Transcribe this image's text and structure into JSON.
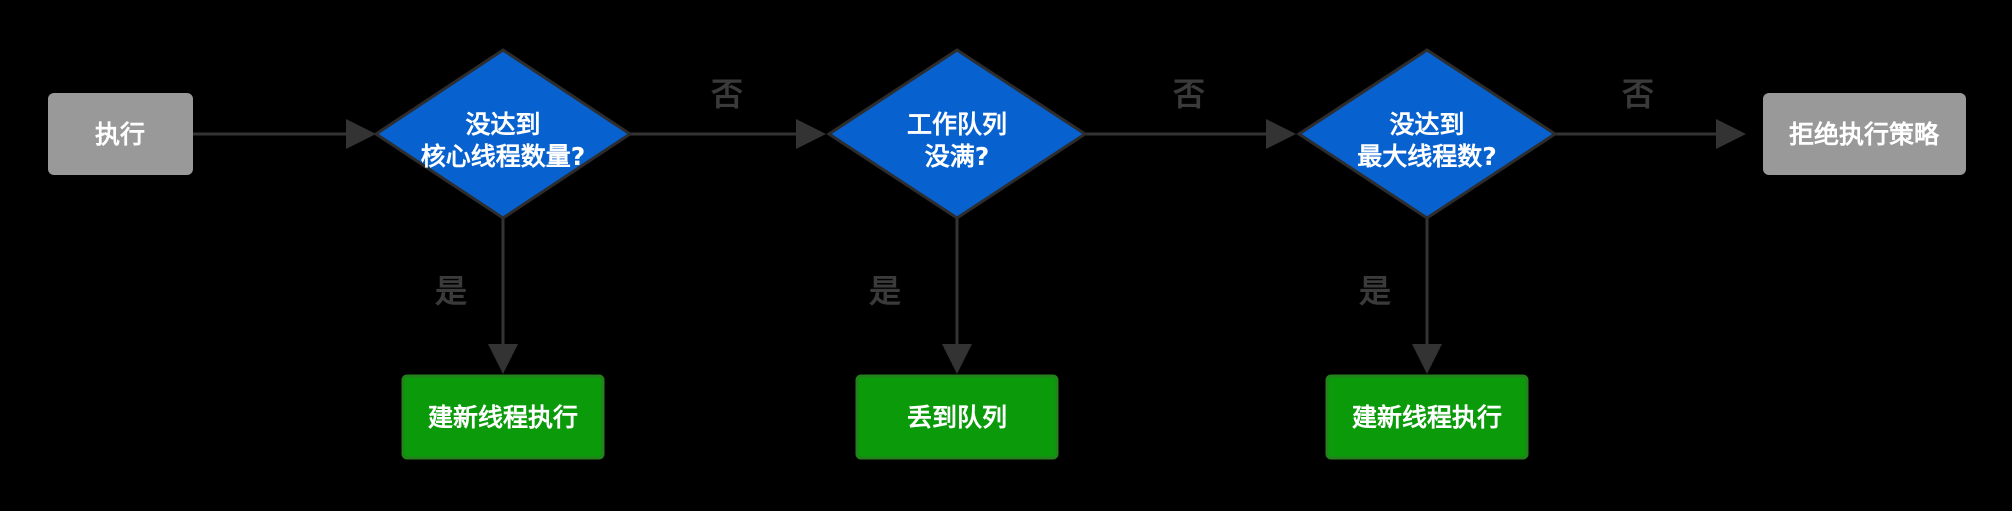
{
  "colors": {
    "background": "#000000",
    "process_gray": "#999999",
    "decision_blue": "#0761cf",
    "decision_border": "#2d2d2d",
    "action_green": "#0a9a0a",
    "action_border": "#24821d",
    "arrow": "#333333",
    "edge_label": "#3a3a3a",
    "node_text": "#ffffff"
  },
  "nodes": {
    "start": {
      "label": "执行"
    },
    "decision_core": {
      "line1": "没达到",
      "line2": "核心线程数量?"
    },
    "decision_queue": {
      "line1": "工作队列",
      "line2": "没满?"
    },
    "decision_max": {
      "line1": "没达到",
      "line2": "最大线程数?"
    },
    "reject": {
      "label": "拒绝执行策略"
    },
    "action_new_core": {
      "label": "建新线程执行"
    },
    "action_enqueue": {
      "label": "丢到队列"
    },
    "action_new_max": {
      "label": "建新线程执行"
    }
  },
  "edge_labels": {
    "no_1": "否",
    "no_2": "否",
    "no_3": "否",
    "yes_1": "是",
    "yes_2": "是",
    "yes_3": "是"
  }
}
